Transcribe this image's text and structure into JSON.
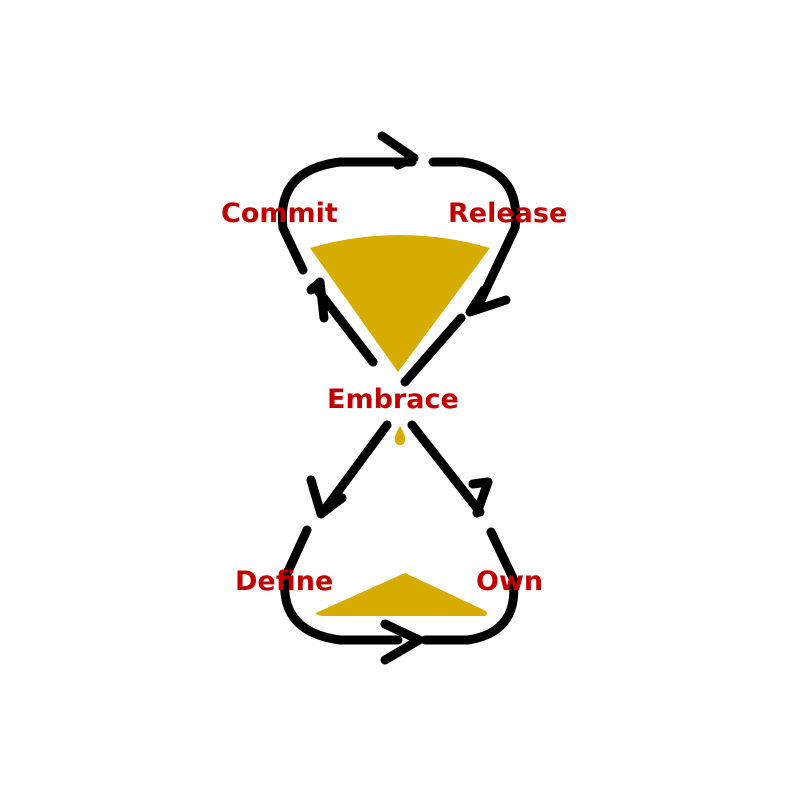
{
  "colors": {
    "label": "#c00000",
    "stroke": "#000000",
    "sand": "#d7ac00",
    "background": "#ffffff"
  },
  "labels": {
    "commit": "Commit",
    "release": "Release",
    "embrace": "Embrace",
    "define": "Define",
    "own": "Own"
  },
  "icons": {
    "sand_top": "sand-triangle",
    "sand_drop": "sand-drop",
    "sand_bottom": "sand-pile",
    "arrows": "cycle-arrowheads"
  }
}
